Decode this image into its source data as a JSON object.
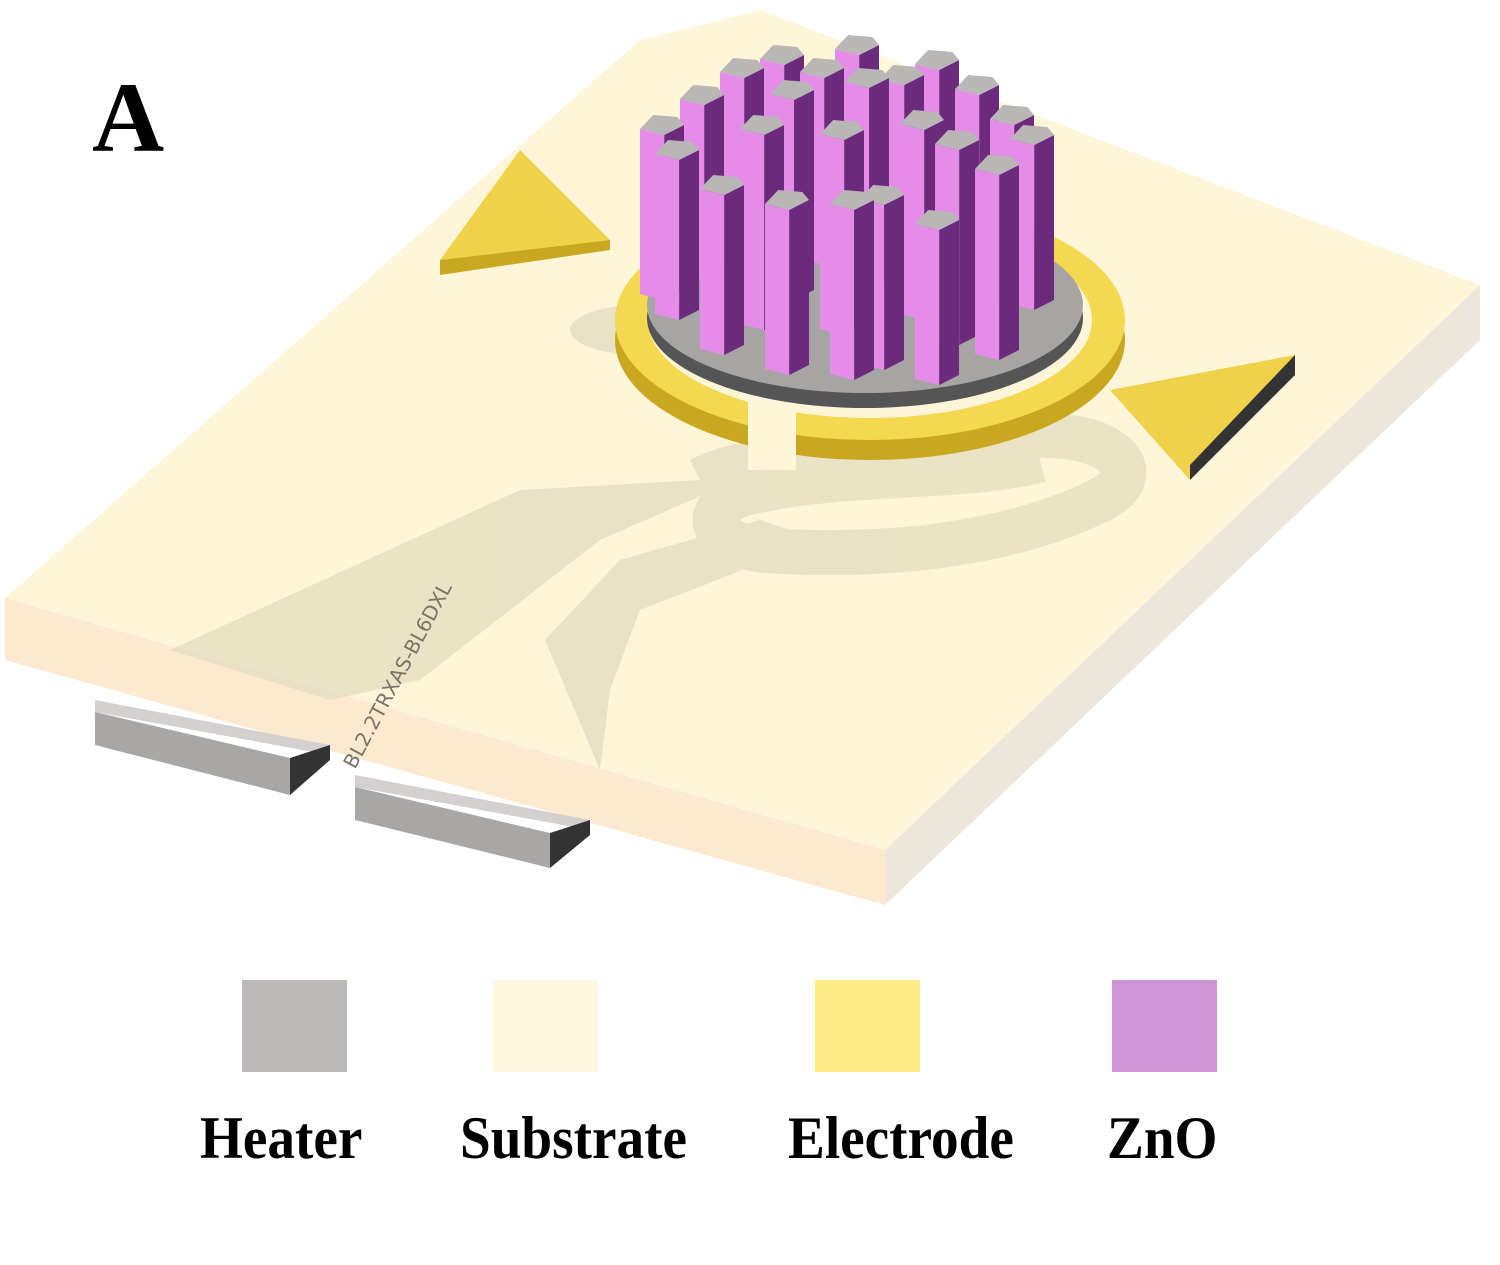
{
  "panel_label": "A",
  "trace_label": "BL2.2TRXAS-BL6DXL",
  "legend": [
    {
      "label": "Heater",
      "color": "#bcb9b8"
    },
    {
      "label": "Substrate",
      "color": "#fff7e0"
    },
    {
      "label": "Electrode",
      "color": "#ffeb85"
    },
    {
      "label": "ZnO",
      "color": "#cf94d5"
    }
  ]
}
